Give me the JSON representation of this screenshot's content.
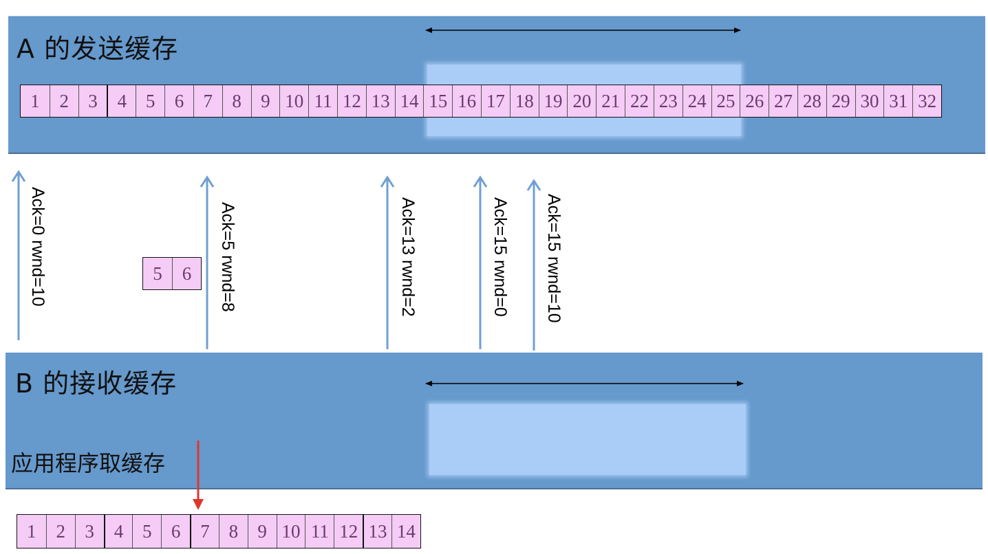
{
  "sender": {
    "title": "A 的发送缓存",
    "cells": [
      "1",
      "2",
      "3",
      "4",
      "5",
      "6",
      "7",
      "8",
      "9",
      "10",
      "11",
      "12",
      "13",
      "14",
      "15",
      "16",
      "17",
      "18",
      "19",
      "20",
      "21",
      "22",
      "23",
      "24",
      "25",
      "26",
      "27",
      "28",
      "29",
      "30",
      "31",
      "32"
    ]
  },
  "receiver": {
    "title": "B 的接收缓存",
    "app_label": "应用程序取缓存",
    "cells": [
      "1",
      "2",
      "3",
      "4",
      "5",
      "6",
      "7",
      "8",
      "9",
      "10",
      "11",
      "12",
      "13",
      "14"
    ]
  },
  "out_of_order": {
    "cells": [
      "5",
      "6"
    ]
  },
  "acks": [
    {
      "label": "Ack=0 rwnd=10"
    },
    {
      "label": "Ack=5 rwnd=8"
    },
    {
      "label": "Ack=13 rwnd=2"
    },
    {
      "label": "Ack=15 rwnd=0"
    },
    {
      "label": "Ack=15 rwnd=10"
    }
  ],
  "colors": {
    "panel": "#6699cc",
    "window": "#a9cdf7",
    "cell": "#f4ccf6",
    "cell_text": "#6b3b6c",
    "ack_arrow": "#6f9fd3",
    "app_arrow": "#e0362c"
  }
}
